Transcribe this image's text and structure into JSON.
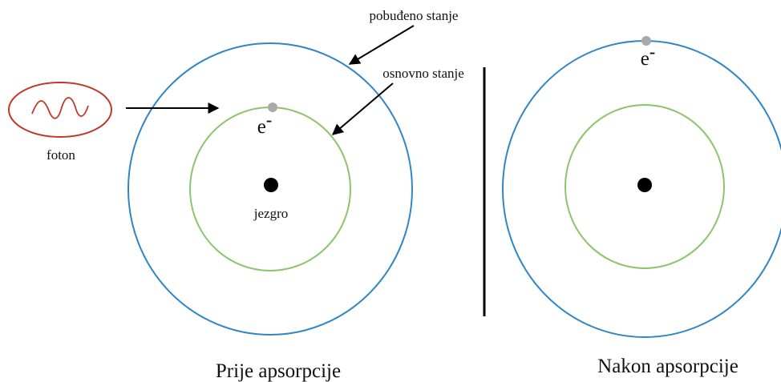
{
  "labels": {
    "excited_state": "pobuđeno stanje",
    "ground_state": "osnovno stanje",
    "photon": "foton",
    "nucleus": "jezgro",
    "electron_before": "e",
    "electron_after": "e",
    "electron_charge": "-",
    "caption_before": "Prije apsorpcije",
    "caption_after": "Nakon apsorpcije"
  },
  "colors": {
    "excited_orbit": "#2f86c6",
    "ground_orbit": "#8cc56b",
    "photon": "#c0392b",
    "electron": "#a9a9a9",
    "nucleus": "#000000",
    "arrow": "#000000"
  }
}
